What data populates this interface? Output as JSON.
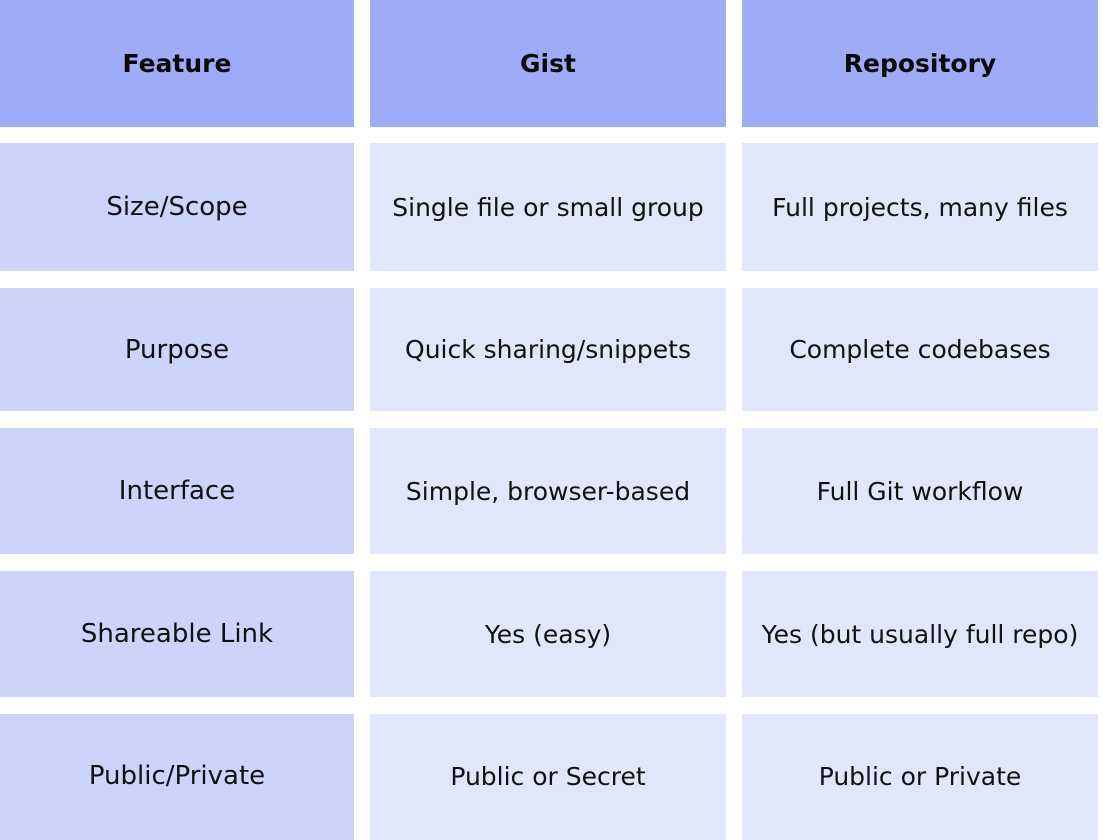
{
  "table": {
    "headers": [
      "Feature",
      "Gist",
      "Repository"
    ],
    "rows": [
      [
        "Size/Scope",
        "Single file or small group",
        "Full projects, many files"
      ],
      [
        "Purpose",
        "Quick sharing/snippets",
        "Complete codebases"
      ],
      [
        "Interface",
        "Simple, browser-based",
        "Full Git workflow"
      ],
      [
        "Shareable Link",
        "Yes (easy)",
        "Yes (but usually full repo)"
      ],
      [
        "Public/Private",
        "Public or Secret",
        "Public or Private"
      ]
    ]
  },
  "colors": {
    "header_bg": "#9eacf8",
    "feature_bg": "#cdd4fa",
    "value_bg": "#e2e6fb",
    "text": "#111111"
  }
}
